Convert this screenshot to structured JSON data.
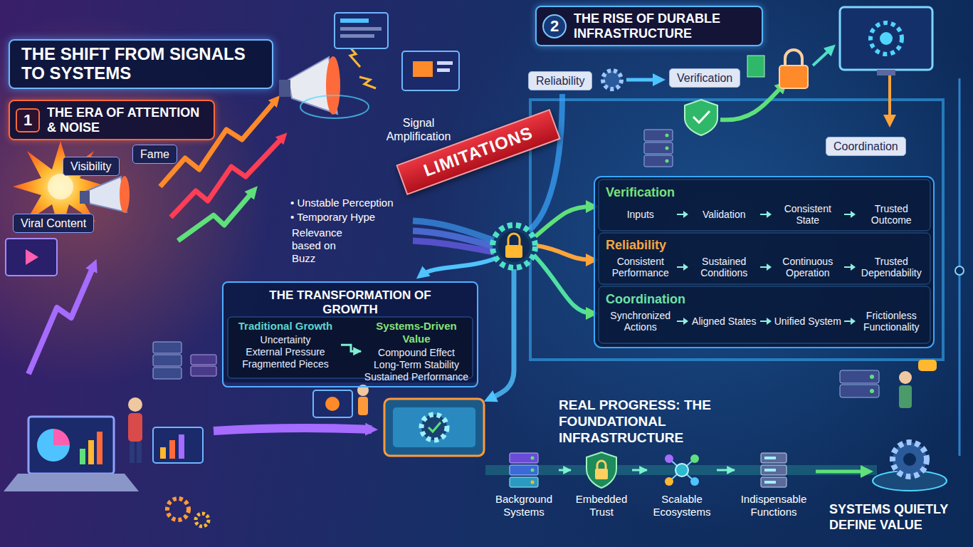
{
  "diagram": {
    "title": "THE SHIFT FROM SIGNALS TO SYSTEMS",
    "nodes": [
      {
        "text": [
          "1",
          "THE ERA OF ATTENTION & NOISE"
        ]
      },
      {
        "text": [
          "Visibility"
        ]
      },
      {
        "text": [
          "Fame"
        ]
      },
      {
        "text": [
          "Viral Content"
        ]
      },
      {
        "text": [
          "LIMITATIONS"
        ]
      },
      {
        "text": [
          "2",
          "THE RISE OF DURABLE INFRASTRUCTURE"
        ]
      },
      {
        "text": [
          "Reliability"
        ]
      },
      {
        "text": [
          "Verification"
        ]
      },
      {
        "text": [
          "Coordination"
        ]
      },
      {
        "text": [
          "Verification",
          "Inputs",
          "Validation",
          "Consistent State",
          "Trusted Outcome"
        ]
      },
      {
        "text": [
          "Reliability",
          "Consistent Performance",
          "Sustained Conditions",
          "Continuous Operation",
          "Trusted Dependability"
        ]
      },
      {
        "text": [
          "Coordination",
          "Synchronized Actions",
          "Aligned States",
          "Unified System",
          "Frictionless Functionality"
        ]
      },
      {
        "text": [
          "THE TRANSFORMATION OF GROWTH"
        ]
      },
      {
        "text": [
          "Traditional Growth",
          "Uncertainty",
          "External Pressure",
          "Fragmented Pieces"
        ],
        "in": 12
      },
      {
        "text": [
          "Systems-Driven Value",
          "Compound Effect",
          "Long-Term Stability",
          "Sustained Performance"
        ],
        "in": 12
      },
      {
        "text": [
          "Background Systems"
        ]
      },
      {
        "text": [
          "Embedded Trust"
        ]
      },
      {
        "text": [
          "Scalable Ecosystems"
        ]
      },
      {
        "text": [
          "Indispensable Functions"
        ]
      }
    ],
    "edges": [
      {
        "from": 13,
        "to": 14,
        "arrow": "to"
      },
      {
        "from": 15,
        "to": 16,
        "arrow": "to"
      },
      {
        "from": 16,
        "to": 17,
        "arrow": "to"
      },
      {
        "from": 17,
        "to": 18,
        "arrow": "to"
      }
    ],
    "labels": [
      "Signal Amplification",
      "• Unstable Perception",
      "• Temporary Hype",
      "Relevance based on Buzz",
      "REAL PROGRESS: THE FOUNDATIONAL INFRASTRUCTURE",
      "SYSTEMS QUIETLY DEFINE VALUE"
    ]
  }
}
